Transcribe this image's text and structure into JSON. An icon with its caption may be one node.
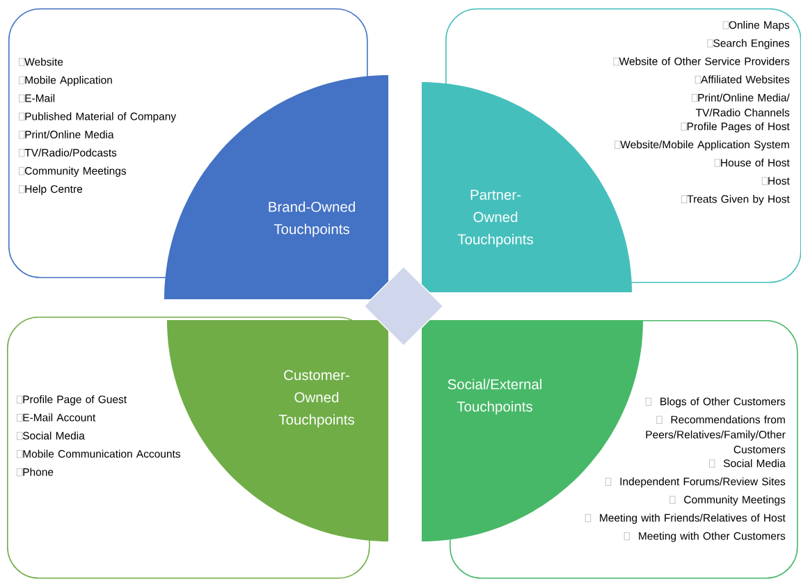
{
  "diagram": {
    "nodes": [
      {
        "text": [
          "Website",
          "Mobile Application",
          "E-Mail",
          "Published Material of Company",
          "Print/Online Media",
          "TV/Radio/Podcasts",
          "Community Meetings",
          "Help Centre"
        ]
      },
      {
        "text": [
          "Brand-Owned Touchpoints"
        ]
      },
      {
        "text": [
          "Online Maps",
          "Search Engines",
          "Website of Other Service Providers",
          "Affiliated Websites",
          "Print/Online Media/ TV/Radio Channels",
          "Profile Pages of Host",
          "Website/Mobile Application System",
          "House of Host",
          "Host",
          "Treats Given by Host"
        ]
      },
      {
        "text": [
          "Partner-Owned Touchpoints"
        ]
      },
      {
        "text": [],
        "shape": "diamond"
      },
      {
        "text": [
          "Customer-Owned Touchpoints"
        ]
      },
      {
        "text": [
          "Profile Page of Guest",
          "E-Mail Account",
          "Social Media",
          "Mobile Communication Accounts",
          "Phone"
        ]
      },
      {
        "text": [
          "Social/External Touchpoints"
        ]
      },
      {
        "text": [
          "Blogs of Other Customers",
          "Recommendations from Peers/Relatives/Family/Other Customers",
          "Social Media",
          "Independent Forums/Review Sites",
          "Community Meetings",
          "Meeting with Friends/Relatives of Host",
          "Meeting with Other Customers"
        ]
      }
    ]
  }
}
